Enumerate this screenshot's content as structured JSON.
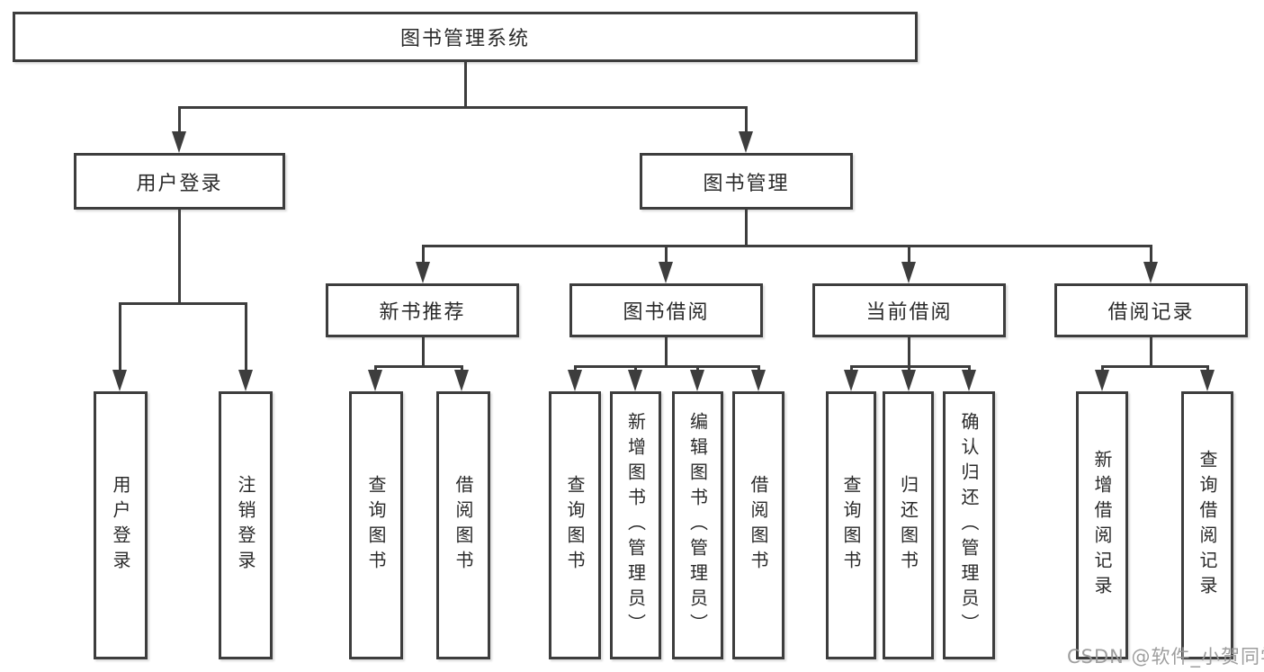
{
  "diagram": {
    "title": "图书管理系统",
    "nodes": {
      "root": {
        "label": "图书管理系统"
      },
      "user_login": {
        "label": "用户登录"
      },
      "book_mgmt": {
        "label": "图书管理"
      },
      "new_rec": {
        "label": "新书推荐"
      },
      "book_borrow": {
        "label": "图书借阅"
      },
      "current_borrow": {
        "label": "当前借阅"
      },
      "borrow_records": {
        "label": "借阅记录"
      },
      "leaf_user_login": {
        "label": "用户登录"
      },
      "leaf_logout": {
        "label": "注销登录"
      },
      "leaf_rec_query": {
        "label": "查询图书"
      },
      "leaf_rec_borrow": {
        "label": "借阅图书"
      },
      "leaf_bb_query": {
        "label": "查询图书"
      },
      "leaf_bb_add": {
        "label": "新增图书（管理员）"
      },
      "leaf_bb_edit": {
        "label": "编辑图书（管理员）"
      },
      "leaf_bb_borrow": {
        "label": "借阅图书"
      },
      "leaf_cur_query": {
        "label": "查询图书"
      },
      "leaf_cur_return": {
        "label": "归还图书"
      },
      "leaf_cur_confirm": {
        "label": "确认归还（管理员）"
      },
      "leaf_rd_add": {
        "label": "新增借阅记录"
      },
      "leaf_rd_query": {
        "label": "查询借阅记录"
      }
    },
    "edges": [
      [
        "root",
        "user_login"
      ],
      [
        "root",
        "book_mgmt"
      ],
      [
        "user_login",
        "leaf_user_login"
      ],
      [
        "user_login",
        "leaf_logout"
      ],
      [
        "book_mgmt",
        "new_rec"
      ],
      [
        "book_mgmt",
        "book_borrow"
      ],
      [
        "book_mgmt",
        "current_borrow"
      ],
      [
        "book_mgmt",
        "borrow_records"
      ],
      [
        "new_rec",
        "leaf_rec_query"
      ],
      [
        "new_rec",
        "leaf_rec_borrow"
      ],
      [
        "book_borrow",
        "leaf_bb_query"
      ],
      [
        "book_borrow",
        "leaf_bb_add"
      ],
      [
        "book_borrow",
        "leaf_bb_edit"
      ],
      [
        "book_borrow",
        "leaf_bb_borrow"
      ],
      [
        "current_borrow",
        "leaf_cur_query"
      ],
      [
        "current_borrow",
        "leaf_cur_return"
      ],
      [
        "current_borrow",
        "leaf_cur_confirm"
      ],
      [
        "borrow_records",
        "leaf_rd_add"
      ],
      [
        "borrow_records",
        "leaf_rd_query"
      ]
    ],
    "watermark": "CSDN @软件_小贺同学",
    "colors": {
      "line": "#3d3d3d",
      "text": "#2a2a2a",
      "watermark": "#999999",
      "background": "#ffffff"
    }
  }
}
